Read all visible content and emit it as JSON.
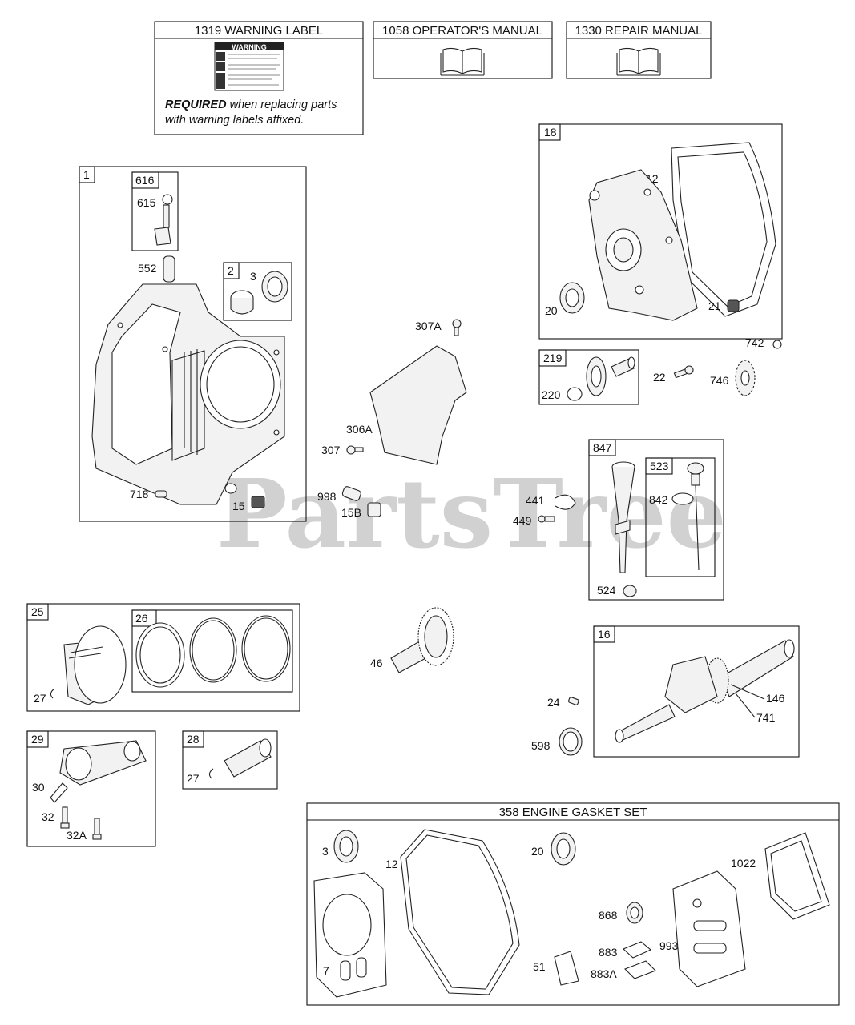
{
  "header_boxes": {
    "warning_label": "1319 WARNING LABEL",
    "warning_title": "WARNING",
    "operators_manual": "1058 OPERATOR'S MANUAL",
    "repair_manual": "1330 REPAIR MANUAL",
    "required_bold": "REQUIRED",
    "required_rest_1": " when replacing parts",
    "required_rest_2": "with warning labels affixed."
  },
  "gasket_set_title": "358 ENGINE GASKET SET",
  "watermark": "PartsTree",
  "callouts": {
    "b1": "1",
    "b616": "616",
    "n615": "615",
    "n552": "552",
    "b2": "2",
    "n3": "3",
    "n718": "718",
    "n15": "15",
    "n307A": "307A",
    "n306A": "306A",
    "n307": "307",
    "n998": "998",
    "n15B": "15B",
    "b18": "18",
    "n12": "12",
    "n20": "20",
    "n21": "21",
    "b219": "219",
    "n220": "220",
    "n22": "22",
    "n742": "742",
    "n746": "746",
    "b847": "847",
    "b523": "523",
    "n842": "842",
    "n441": "441",
    "n449": "449",
    "n524": "524",
    "b25": "25",
    "b26": "26",
    "n27a": "27",
    "n46": "46",
    "b16": "16",
    "n24": "24",
    "n146": "146",
    "n741": "741",
    "n598": "598",
    "b29": "29",
    "n30": "30",
    "n32": "32",
    "n32A": "32A",
    "b28": "28",
    "n27b": "27",
    "g3": "3",
    "g12": "12",
    "g20": "20",
    "g1022": "1022",
    "g868": "868",
    "g883": "883",
    "g993": "993",
    "g7": "7",
    "g51": "51",
    "g883A": "883A"
  }
}
